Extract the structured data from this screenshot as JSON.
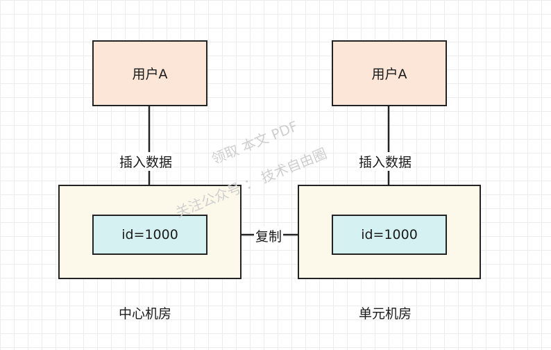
{
  "left": {
    "user": "用户A",
    "edge": "插入数据",
    "data": "id=1000",
    "room": "中心机房"
  },
  "right": {
    "user": "用户A",
    "edge": "插入数据",
    "data": "id=1000",
    "room": "单元机房"
  },
  "replicate_label": "复制",
  "watermark": {
    "line1": "领取 本文 PDF",
    "line2": "关注公众号 ： 技术自由圈"
  }
}
